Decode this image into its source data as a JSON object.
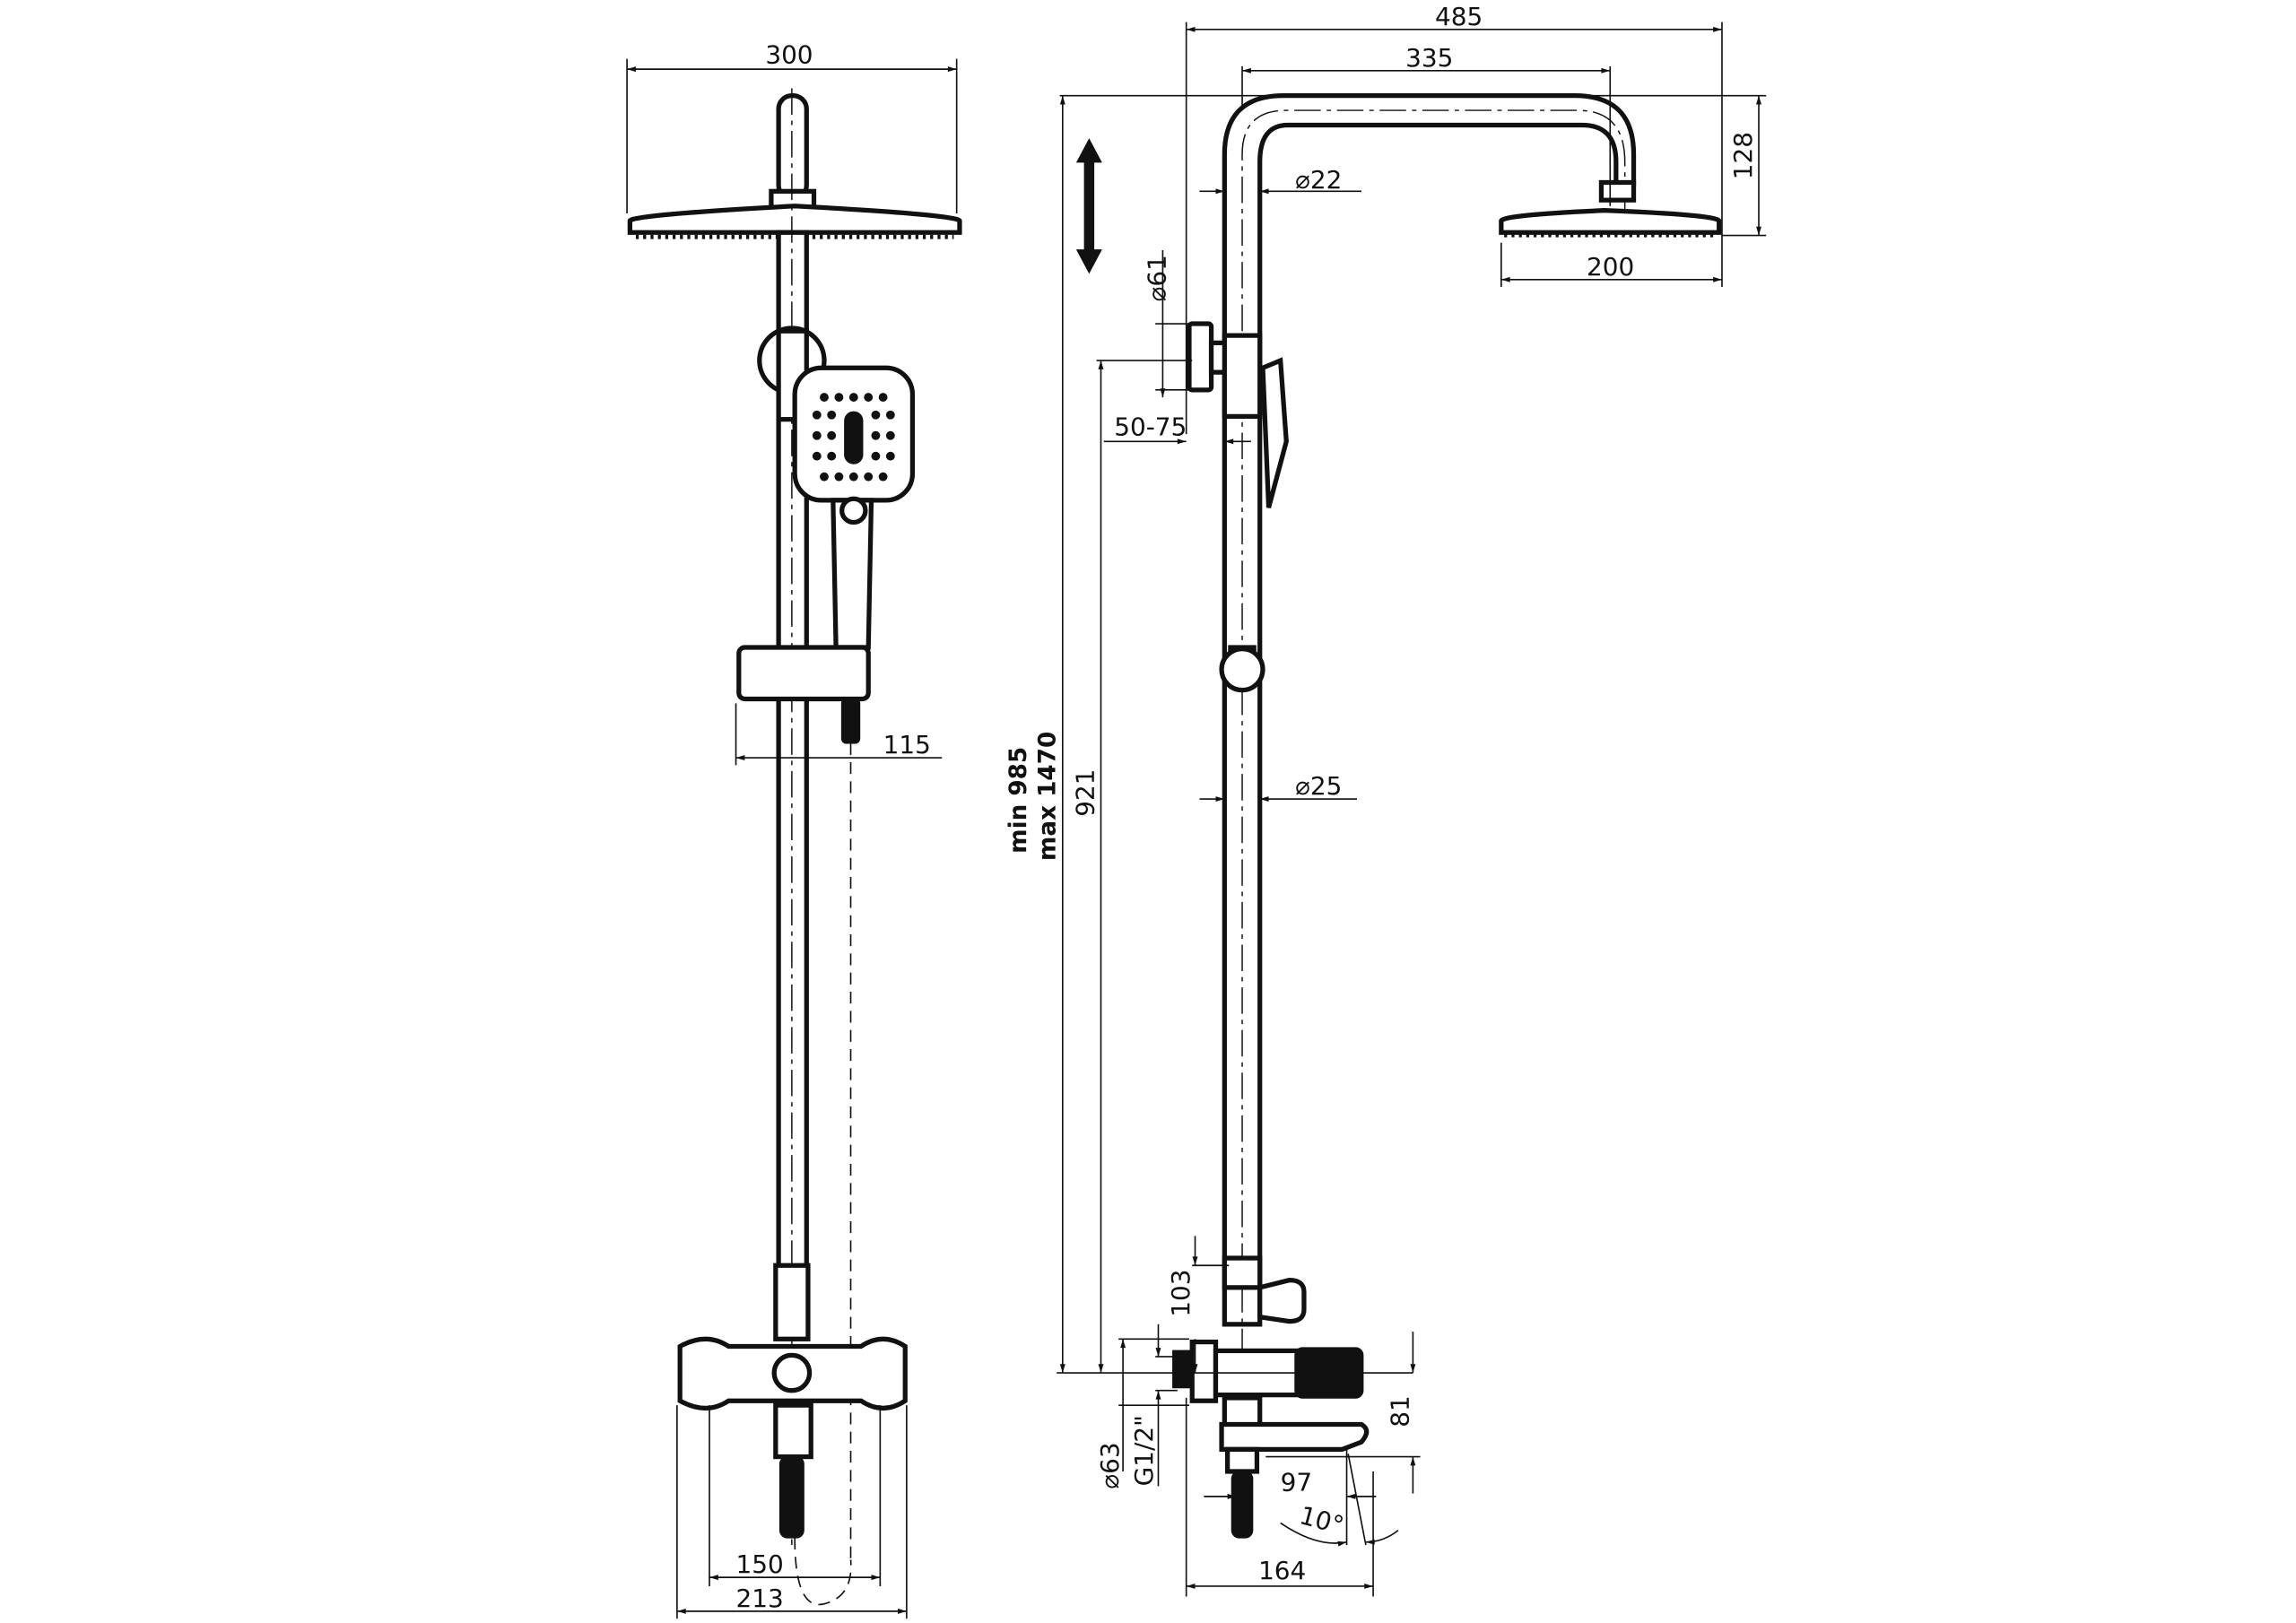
{
  "title": "Shower system dimension drawing",
  "front_view": {
    "width_head": "300",
    "handshower_offset": "115",
    "inlet_spacing": "150",
    "mixer_width": "213"
  },
  "side_view": {
    "total_depth": "485",
    "arm_reach": "335",
    "arm_diameter": "⌀22",
    "head_height": "128",
    "head_diameter": "200",
    "bracket_diameter": "⌀61",
    "bracket_range": "50-75",
    "height_921": "921",
    "height_min": "min 985",
    "height_max": "max 1470",
    "rail_diameter": "⌀25",
    "mixer_to_rail": "103",
    "escutcheon_diameter": "⌀63",
    "thread": "G1/2\"",
    "spout_drop": "81",
    "spout_reach": "97",
    "spout_angle": "10°",
    "total_spout": "164"
  }
}
